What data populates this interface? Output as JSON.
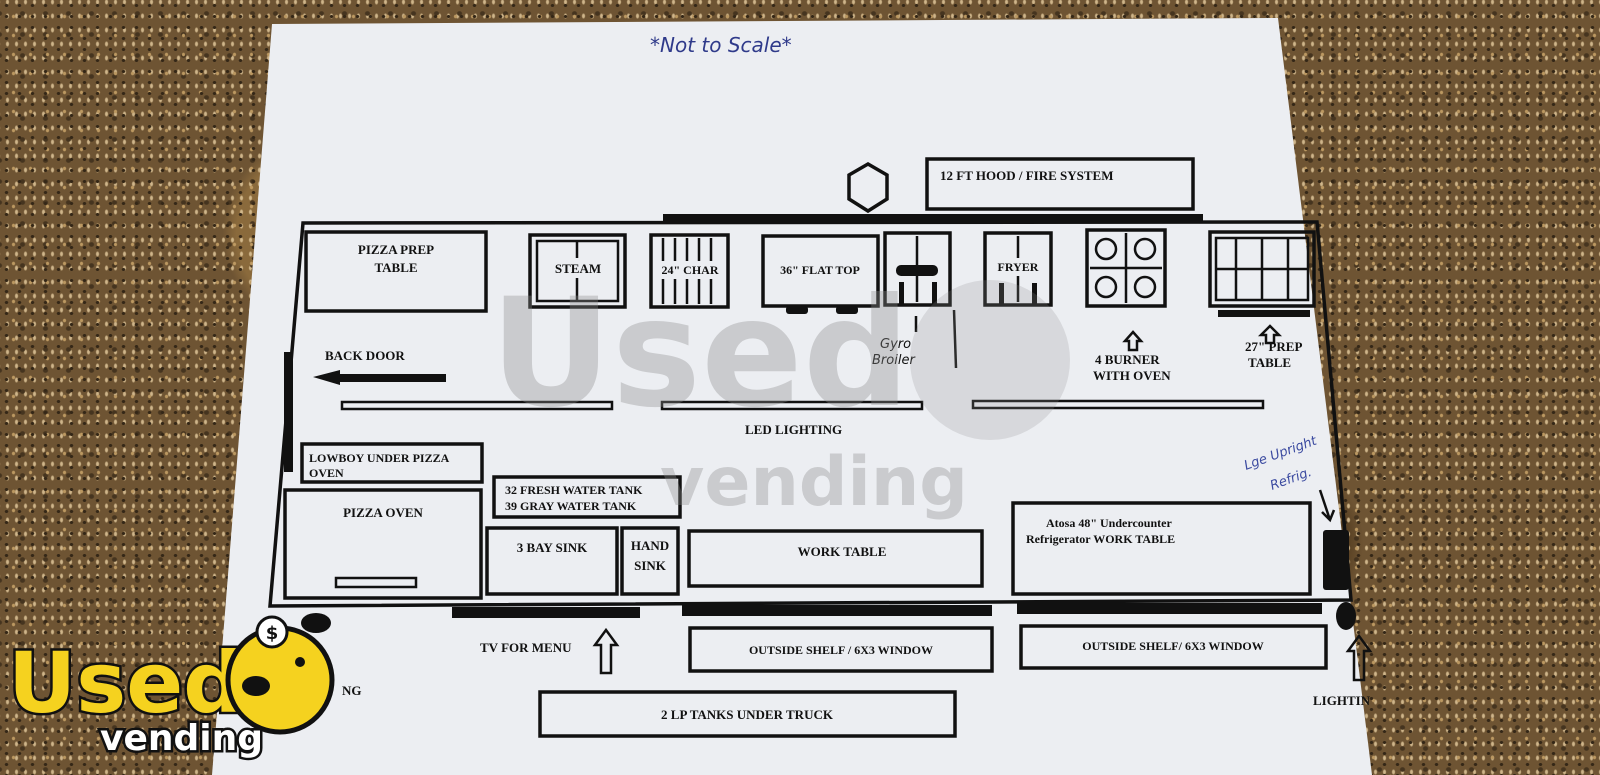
{
  "note": "*Not to Scale*",
  "hood": "12 FT HOOD / FIRE SYSTEM",
  "equipment": {
    "pizza_prep_line1": "PIZZA PREP",
    "pizza_prep_line2": "TABLE",
    "steam": "STEAM",
    "char": "24\" CHAR",
    "flat_top": "36\" FLAT TOP",
    "fryer": "FRYER",
    "gyro_line1": "Gyro",
    "gyro_line2": "Broiler",
    "burner_line1": "4 BURNER",
    "burner_line2": "WITH OVEN",
    "prep27_line1": "27\" PREP",
    "prep27_line2": "TABLE",
    "back_door": "BACK DOOR",
    "led": "LED LIGHTING",
    "lowboy_line1": "LOWBOY UNDER PIZZA",
    "lowboy_line2": "OVEN",
    "water_line1": "32 FRESH WATER TANK",
    "water_line2": "39 GRAY WATER TANK",
    "pizza_oven": "PIZZA OVEN",
    "bay_sink": "3 BAY SINK",
    "hand_sink_line1": "HAND",
    "hand_sink_line2": "SINK",
    "work_table": "WORK TABLE",
    "atosa_line1": "Atosa 48\" Undercounter",
    "atosa_line2": "Refrigerator WORK TABLE",
    "fridge_line1": "Lge Upright",
    "fridge_line2": "Refrig."
  },
  "outside": {
    "tv": "TV FOR MENU",
    "shelf1": "OUTSIDE SHELF / 6X3 WINDOW",
    "shelf2": "OUTSIDE SHELF/ 6X3 WINDOW",
    "lp": "2 LP TANKS UNDER TRUCK",
    "lighting_left": "NG",
    "lighting_right": "LIGHTIN"
  },
  "watermark": {
    "word1": "Used",
    "word2": "vending"
  },
  "logo": {
    "word1": "Used",
    "word2": "vending",
    "badge": "$"
  },
  "colors": {
    "paper": "#eceef2",
    "ink": "#111111",
    "handwriting": "#2f3a8a",
    "logo_yellow": "#f5d21f",
    "logo_outline": "#111111"
  }
}
